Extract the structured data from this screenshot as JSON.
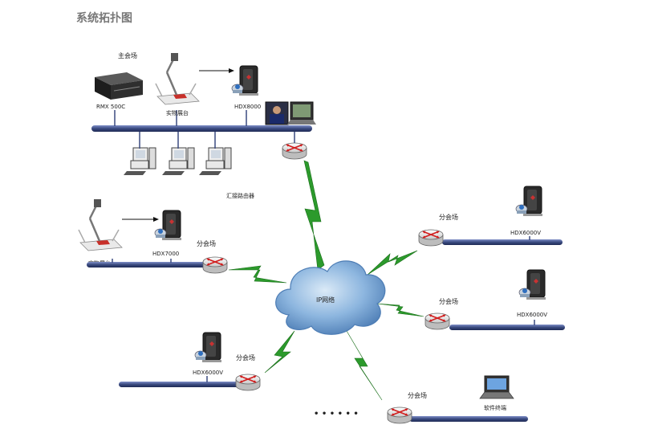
{
  "title": "系统拓扑图",
  "main_site": {
    "label": "主会场",
    "mcu_label": "RMX 500C",
    "doc_camera_label": "实物展台",
    "terminal_label": "HDX8000",
    "router_label": "汇接路由器"
  },
  "network": {
    "label": "IP网络"
  },
  "branch_sites": [
    {
      "label": "分会场",
      "terminal_label": "HDX7000",
      "doc_camera_label": "实物展台"
    },
    {
      "label": "分会场",
      "terminal_label": "HDX6000V"
    },
    {
      "label": "分会场",
      "terminal_label": "HDX6000V"
    },
    {
      "label": "分会场",
      "terminal_label": "HDX6000V"
    },
    {
      "label": "分会场",
      "terminal_label": "软件终端"
    }
  ],
  "ellipsis": "• • • • • •",
  "colors": {
    "bus": "#3a4a80",
    "link": "#2c9a2c",
    "router": "#d21e1e",
    "cloud": "#6f9fd2"
  }
}
